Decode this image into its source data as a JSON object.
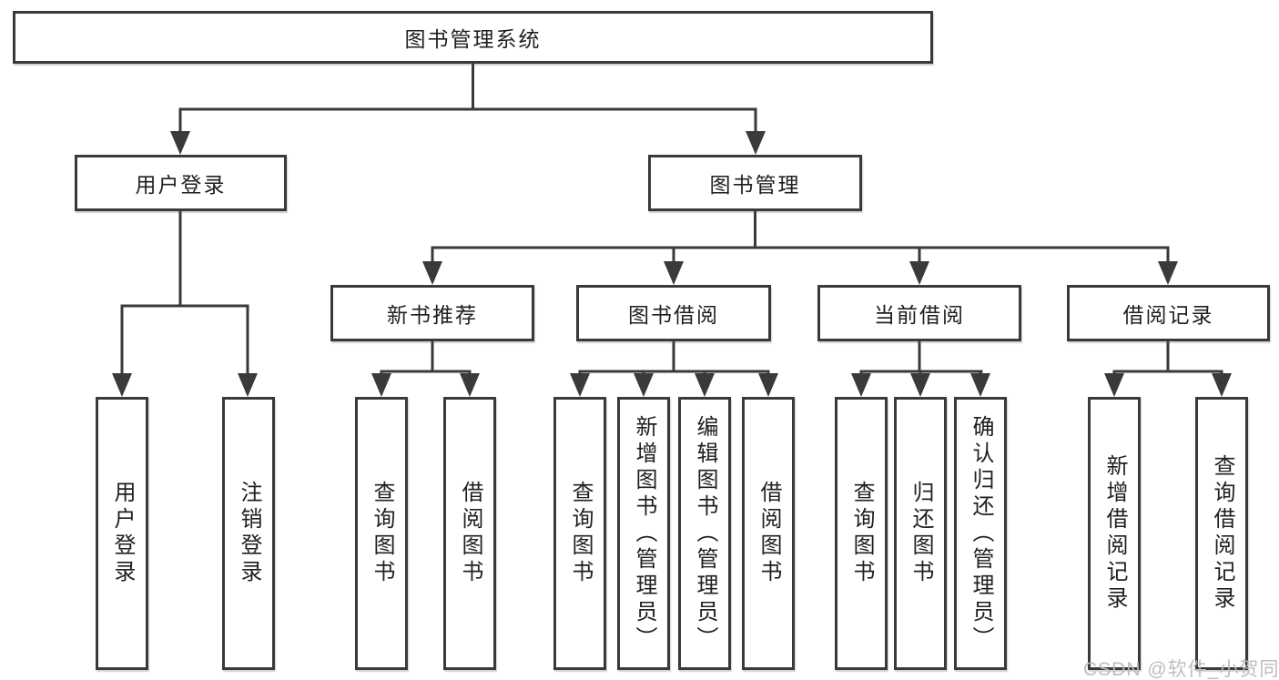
{
  "colors": {
    "line": "#3a3a3a",
    "text": "#1f1f1f",
    "background": "#ffffff",
    "watermark": "#b9b9b9"
  },
  "watermark": {
    "text": "CSDN @软件_小贺同学"
  },
  "tree": {
    "root": {
      "label": "图书管理系统"
    },
    "branches": [
      {
        "label": "用户登录",
        "children": [
          {
            "label": "用户登录"
          },
          {
            "label": "注销登录"
          }
        ]
      },
      {
        "label": "图书管理",
        "groups": [
          {
            "label": "新书推荐",
            "children": [
              {
                "label": "查询图书"
              },
              {
                "label": "借阅图书"
              }
            ]
          },
          {
            "label": "图书借阅",
            "children": [
              {
                "label": "查询图书"
              },
              {
                "label": "新增图书（管理员）"
              },
              {
                "label": "编辑图书（管理员）"
              },
              {
                "label": "借阅图书"
              }
            ]
          },
          {
            "label": "当前借阅",
            "children": [
              {
                "label": "查询图书"
              },
              {
                "label": "归还图书"
              },
              {
                "label": "确认归还（管理员）"
              }
            ]
          },
          {
            "label": "借阅记录",
            "children": [
              {
                "label": "新增借阅记录"
              },
              {
                "label": "查询借阅记录"
              }
            ]
          }
        ]
      }
    ]
  }
}
